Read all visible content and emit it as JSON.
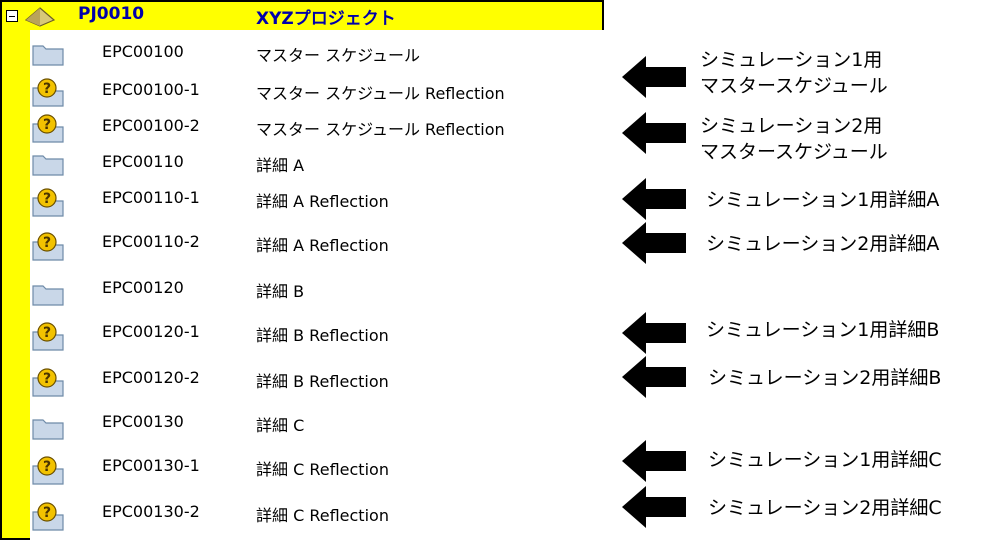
{
  "project": {
    "code": "PJ0010",
    "name": "XYZプロジェクト"
  },
  "rows": [
    {
      "code": "EPC00100",
      "desc": "マスター スケジュール",
      "icon": "folder-icon"
    },
    {
      "code": "EPC00100-1",
      "desc": "マスター スケジュール Reflection",
      "icon": "reflection-folder-icon"
    },
    {
      "code": "EPC00100-2",
      "desc": "マスター スケジュール Reflection",
      "icon": "reflection-folder-icon"
    },
    {
      "code": "EPC00110",
      "desc": "詳細 A",
      "icon": "folder-icon"
    },
    {
      "code": "EPC00110-1",
      "desc": "詳細 A Reflection",
      "icon": "reflection-folder-icon"
    },
    {
      "code": "EPC00110-2",
      "desc": "詳細 A Reflection",
      "icon": "reflection-folder-icon"
    },
    {
      "code": "EPC00120",
      "desc": "詳細 B",
      "icon": "folder-icon"
    },
    {
      "code": "EPC00120-1",
      "desc": "詳細 B Reflection",
      "icon": "reflection-folder-icon"
    },
    {
      "code": "EPC00120-2",
      "desc": "詳細 B Reflection",
      "icon": "reflection-folder-icon"
    },
    {
      "code": "EPC00130",
      "desc": "詳細 C",
      "icon": "folder-icon"
    },
    {
      "code": "EPC00130-1",
      "desc": "詳細 C Reflection",
      "icon": "reflection-folder-icon"
    },
    {
      "code": "EPC00130-2",
      "desc": "詳細 C Reflection",
      "icon": "reflection-folder-icon"
    }
  ],
  "annotations": [
    {
      "line1": "シミュレーション1用",
      "line2": "マスタースケジュール"
    },
    {
      "line1": "シミュレーション2用",
      "line2": "マスタースケジュール"
    },
    {
      "line1": "シミュレーション1用詳細A",
      "line2": ""
    },
    {
      "line1": "シミュレーション2用詳細A",
      "line2": ""
    },
    {
      "line1": "シミュレーション1用詳細B",
      "line2": ""
    },
    {
      "line1": "シミュレーション2用詳細B",
      "line2": ""
    },
    {
      "line1": "シミュレーション1用詳細C",
      "line2": ""
    },
    {
      "line1": "シミュレーション2用詳細C",
      "line2": ""
    }
  ],
  "colors": {
    "header_bg": "#ffff00",
    "project_text": "#0000aa",
    "folder": "#c9d7e8",
    "question": "#f2c200"
  }
}
